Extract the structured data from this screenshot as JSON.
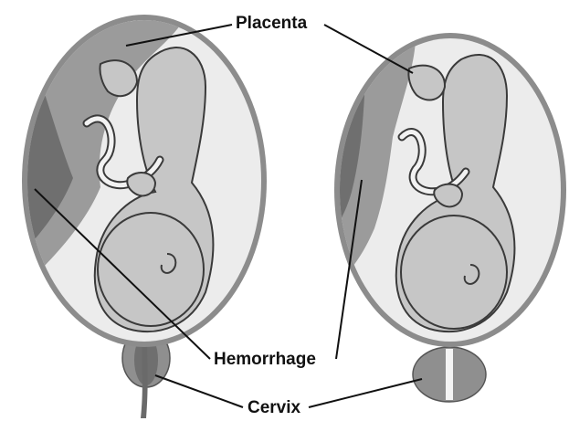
{
  "labels": {
    "placenta": "Placenta",
    "hemorrhage": "Hemorrhage",
    "cervix": "Cervix"
  },
  "colors": {
    "uterus_wall": "#8c8c8c",
    "fluid": "#ececec",
    "placenta": "#9b9b9b",
    "hemorrhage": "#6f6f6f",
    "fetus": "#c6c6c6",
    "outline": "#3a3a3a",
    "leader": "#111111"
  },
  "panels": [
    {
      "name": "left-uterus",
      "bleeding_through_cervix": true
    },
    {
      "name": "right-uterus",
      "bleeding_through_cervix": false
    }
  ]
}
